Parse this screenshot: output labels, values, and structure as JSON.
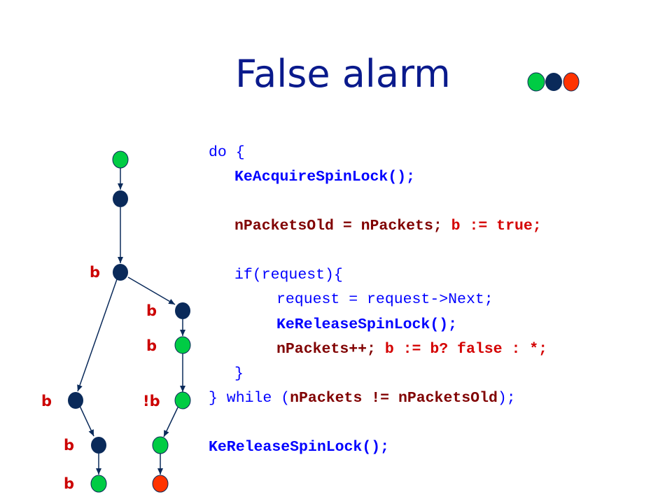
{
  "title": "False alarm",
  "colors": {
    "green": "#00cc44",
    "navy": "#0a2a5a",
    "red": "#ff3300",
    "code_blue": "#0000ff",
    "code_darkred": "#800000",
    "code_red": "#d40000"
  },
  "code": {
    "line1": "do {",
    "line2_call": "KeAcquireSpinLock();",
    "line3_assign": "nPacketsOld = nPackets;",
    "line3_pred": "b := true;",
    "line4": "if(request){",
    "line5": "request = request->Next;",
    "line6_call": "KeReleaseSpinLock();",
    "line7_inc": "nPackets++;",
    "line7_pred": "b := b? false : *;",
    "line8": "}",
    "line9_a": "} while (",
    "line9_cond": "nPackets != nPacketsOld",
    "line9_b": ");",
    "line10_call": "KeReleaseSpinLock();"
  },
  "graph_labels": {
    "n3": "b",
    "n4": "b",
    "n5": "b",
    "n6": "b",
    "n7": "!b",
    "n8": "b",
    "n10": "b"
  },
  "legend_dots": [
    "green",
    "navy",
    "red"
  ]
}
